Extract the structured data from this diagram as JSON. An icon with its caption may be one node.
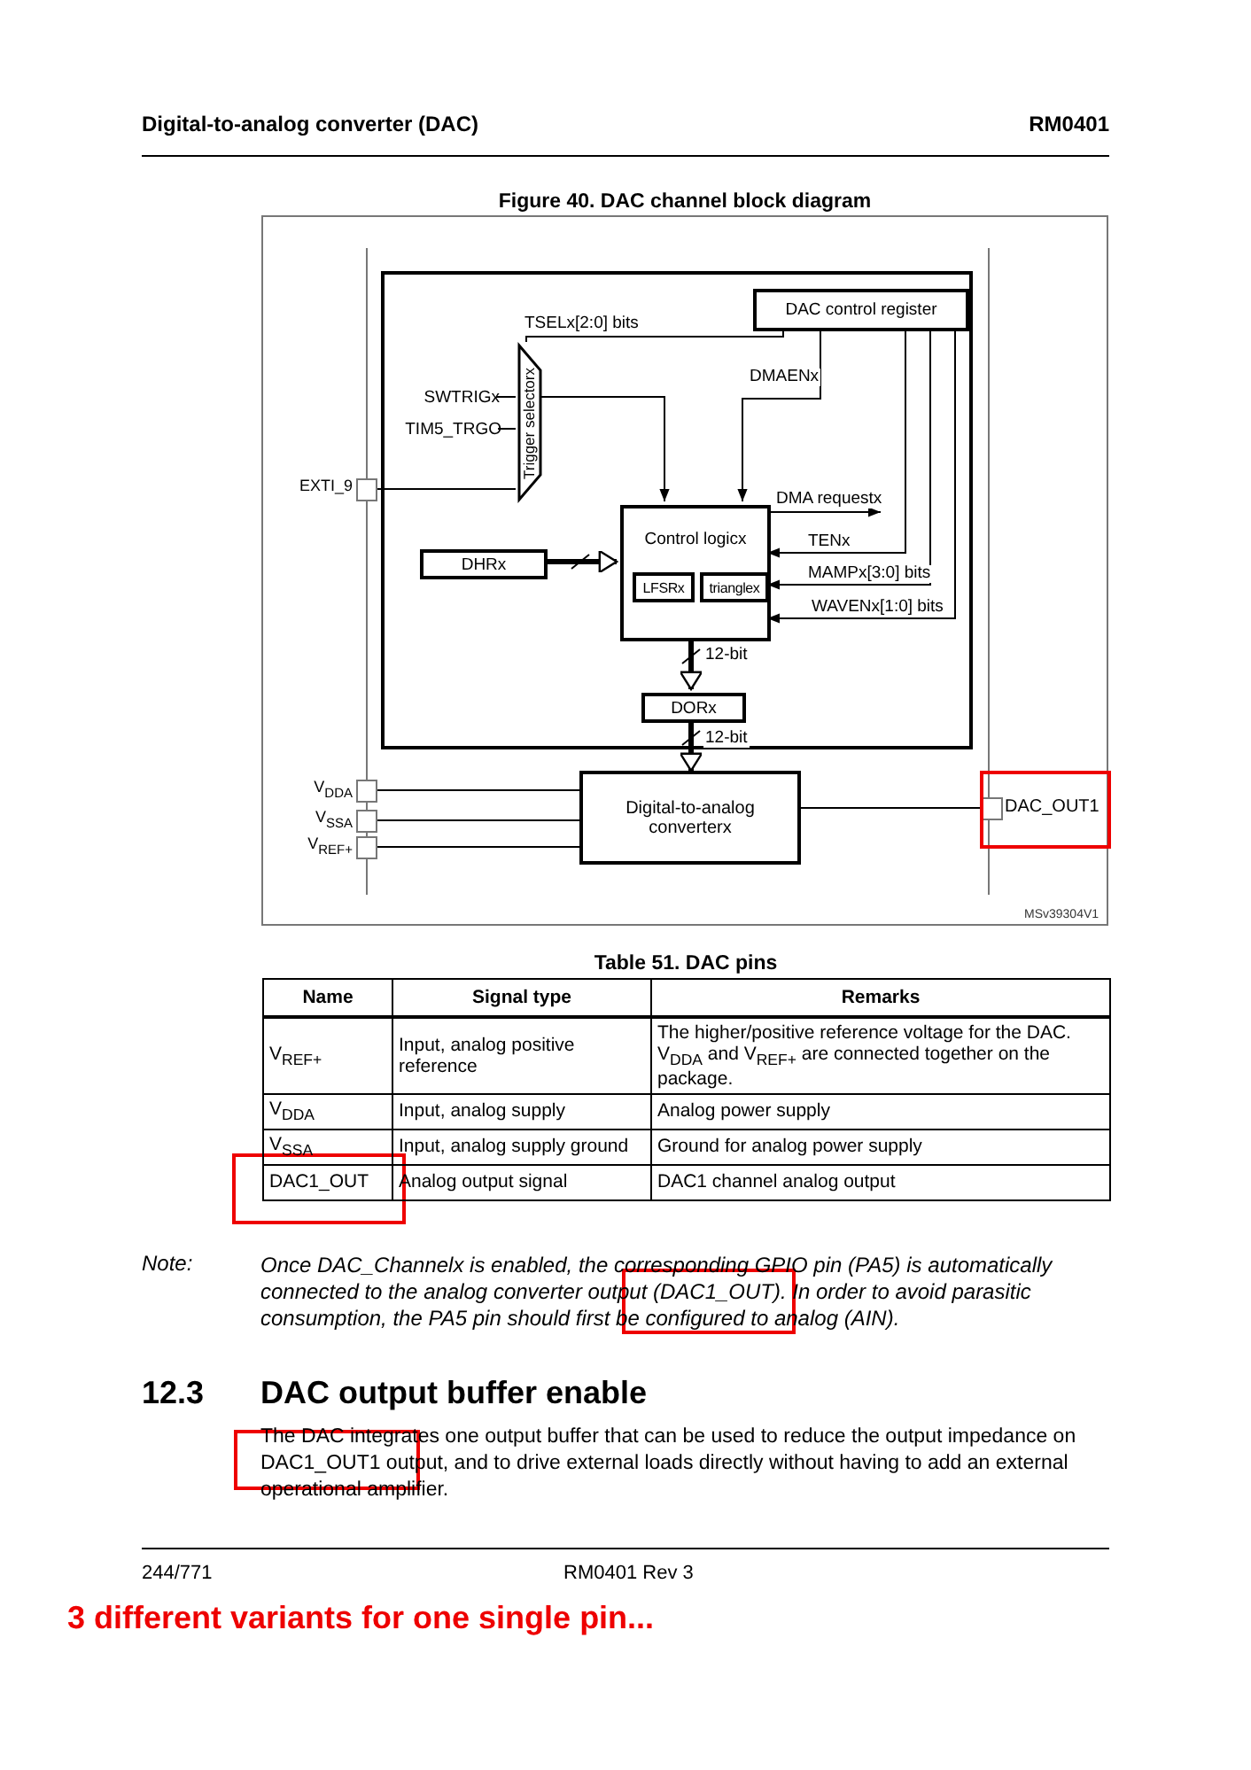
{
  "diagram": {
    "title": "Figure 40. DAC channel block diagram",
    "nodes": [
      {
        "text": [],
        "shape": "box"
      },
      {
        "text": [
          "DAC control register"
        ],
        "in": 0
      },
      {
        "text": [
          "Trigger selectorx"
        ],
        "in": 0
      },
      {
        "text": [
          "SWTRIGx"
        ],
        "in": 0
      },
      {
        "text": [
          "TIM5_TRGO"
        ],
        "in": 0
      },
      {
        "text": [
          "Control logicx"
        ],
        "in": 0
      },
      {
        "text": [
          "LFSRx"
        ],
        "in": 5
      },
      {
        "text": [
          "trianglex"
        ],
        "in": 5
      },
      {
        "text": [
          "DHRx"
        ],
        "in": 0
      },
      {
        "text": [
          "DORx"
        ],
        "in": 0
      },
      {
        "text": [
          "EXTI_9"
        ]
      },
      {
        "text": [
          "V$_{DDA}$"
        ]
      },
      {
        "text": [
          "V$_{SSA}$"
        ]
      },
      {
        "text": [
          "V$_{REF+}$"
        ]
      },
      {
        "text": [
          "Digital-to-analog converterx"
        ]
      },
      {
        "text": [
          "DAC_OUT1"
        ]
      }
    ],
    "edges": [
      {
        "from": 1,
        "to": 2,
        "arrow": "none",
        "label": "TSELx[2:0] bits"
      },
      {
        "from": 3,
        "to": 2,
        "arrow": "none"
      },
      {
        "from": 4,
        "to": 2,
        "arrow": "none"
      },
      {
        "from": 10,
        "to": 2,
        "arrow": "none"
      },
      {
        "from": 2,
        "to": 5,
        "arrow": "to"
      },
      {
        "from": 1,
        "to": 5,
        "arrow": "to",
        "label": "DMAENx"
      },
      {
        "from": 5,
        "to": null,
        "arrow": "to",
        "label": "DMA requestx"
      },
      {
        "from": 1,
        "to": 5,
        "arrow": "to",
        "label": "TENx"
      },
      {
        "from": 1,
        "to": 5,
        "arrow": "to",
        "label": "MAMPx[3:0] bits"
      },
      {
        "from": 1,
        "to": 5,
        "arrow": "to",
        "label": "WAVENx[1:0] bits"
      },
      {
        "from": 8,
        "to": 5,
        "arrow": "to",
        "style": "thick"
      },
      {
        "from": 5,
        "to": 9,
        "arrow": "to",
        "style": "thick",
        "label": "12-bit"
      },
      {
        "from": 9,
        "to": 14,
        "arrow": "to",
        "style": "thick",
        "label": "12-bit"
      },
      {
        "from": 11,
        "to": 14,
        "arrow": "none"
      },
      {
        "from": 12,
        "to": 14,
        "arrow": "none"
      },
      {
        "from": 13,
        "to": 14,
        "arrow": "none"
      },
      {
        "from": 14,
        "to": 15,
        "arrow": "none"
      }
    ],
    "labels": [
      "Digital-to-analog converter (DAC)",
      "RM0401",
      "MSv39304V1",
      "Table 51. DAC pins",
      "Name",
      "Signal type",
      "Remarks",
      "V$_{REF+}$",
      "Input, analog positive reference",
      "The higher/positive reference voltage for the DAC. V$_{DDA}$ and V$_{REF+}$ are connected together on the package.",
      "V$_{DDA}$",
      "Input, analog supply",
      "Analog power supply",
      "V$_{SSA}$",
      "Input, analog supply ground",
      "Ground for analog power supply",
      "DAC1_OUT",
      "Analog output signal",
      "DAC1 channel analog output",
      "Note:",
      "Once DAC_Channelx is enabled, the corresponding GPIO pin (PA5) is automatically connected to the analog converter output (DAC1_OUT). In order to avoid parasitic consumption, the PA5 pin should first be configured to analog (AIN).",
      "12.3",
      "DAC output buffer enable",
      "The DAC integrates one output buffer that can be used to reduce the output impedance on DAC1_OUT1 output, and to drive external loads directly without having to add an external operational amplifier.",
      "244/771",
      "RM0401 Rev 3",
      "3 different variants for one single pin..."
    ]
  }
}
